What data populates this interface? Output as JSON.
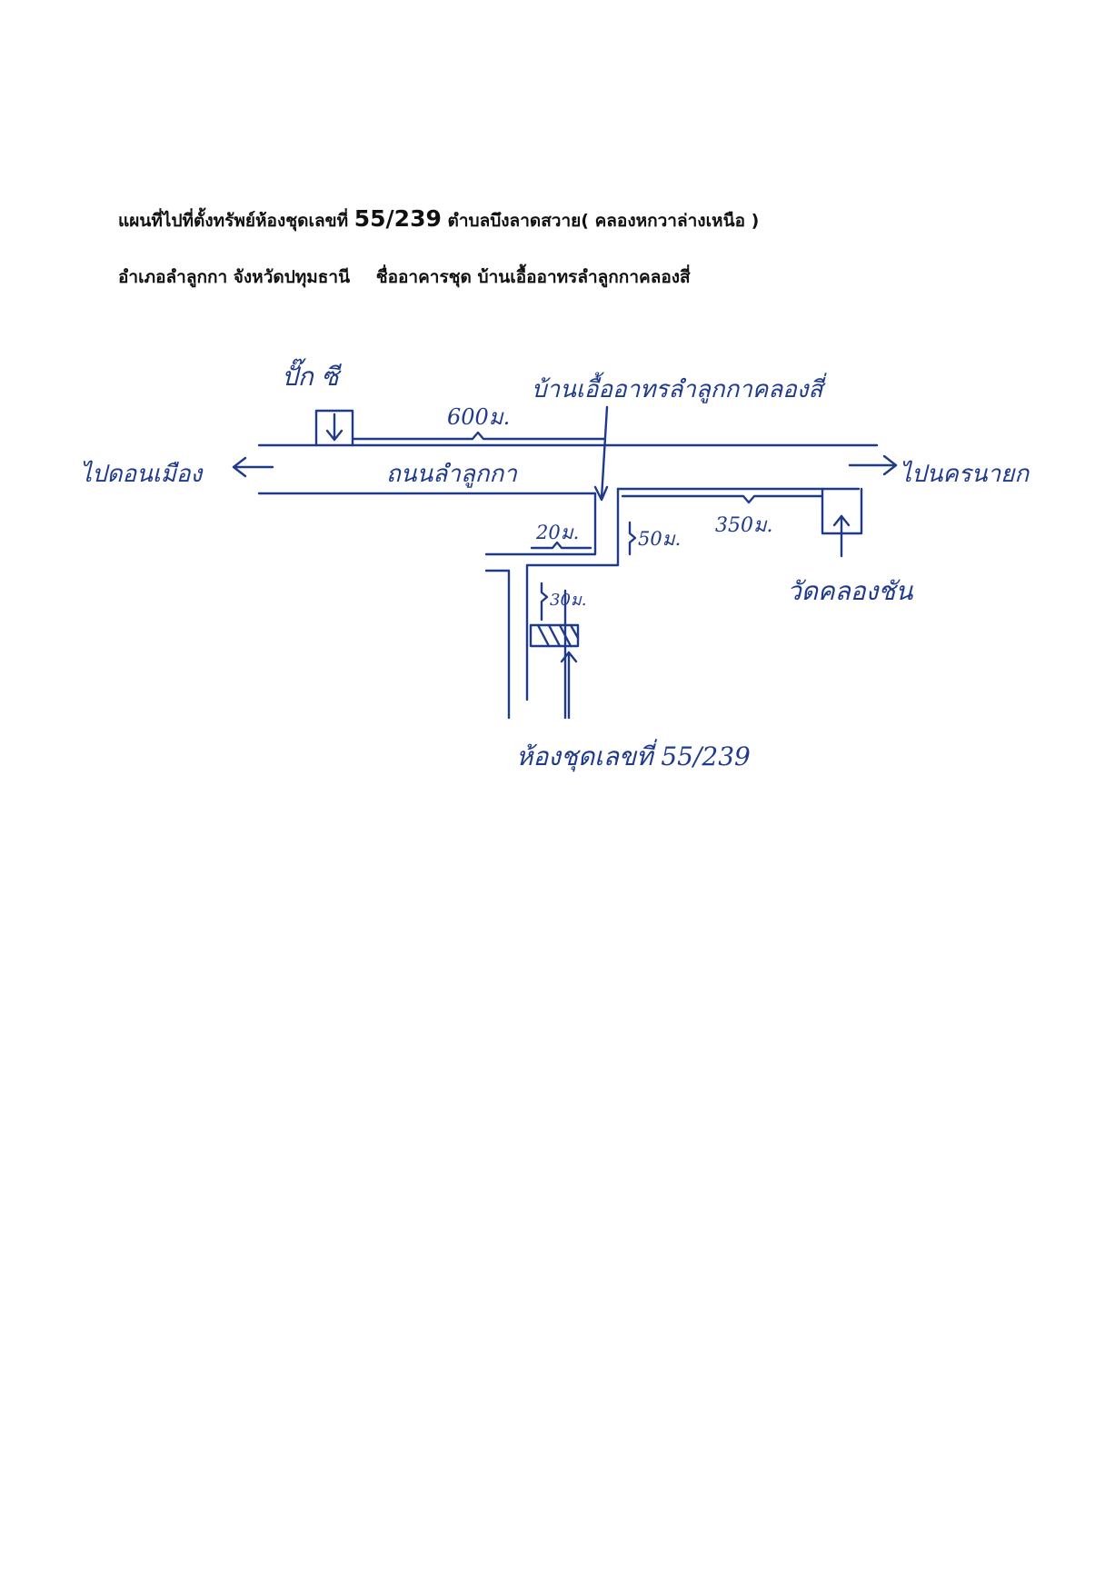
{
  "heading": {
    "line1_prefix": "แผนที่ไปที่ตั้งทรัพย์ห้องชุดเลขที่",
    "line1_number": "55/239",
    "line1_suffix": "ตำบลบึงลาดสวาย( คลองหกวาล่างเหนือ )",
    "line2_part1": "อำเภอลำลูกกา จังหวัดปทุมธานี",
    "line2_part2": "ชื่ออาคารชุด บ้านเอื้ออาทรลำลูกกาคลองสี่"
  },
  "map": {
    "landmarks": {
      "gas_station": "ปั๊ก ซี",
      "housing_project": "บ้านเอื้ออาทรลำลูกกาคลองสี่",
      "temple": "วัดคลองชัน",
      "condo_unit": "ห้องชุดเลขที่ 55/239"
    },
    "directions": {
      "left": "ไปดอนเมือง",
      "right": "ไปนครนายก"
    },
    "road_name": "ถนนลำลูกกา",
    "distances": {
      "to_gas_station": "600ม.",
      "side_road": "20ม.",
      "soi_in": "50ม.",
      "to_temple": "350ม.",
      "to_unit": "30ม."
    }
  }
}
